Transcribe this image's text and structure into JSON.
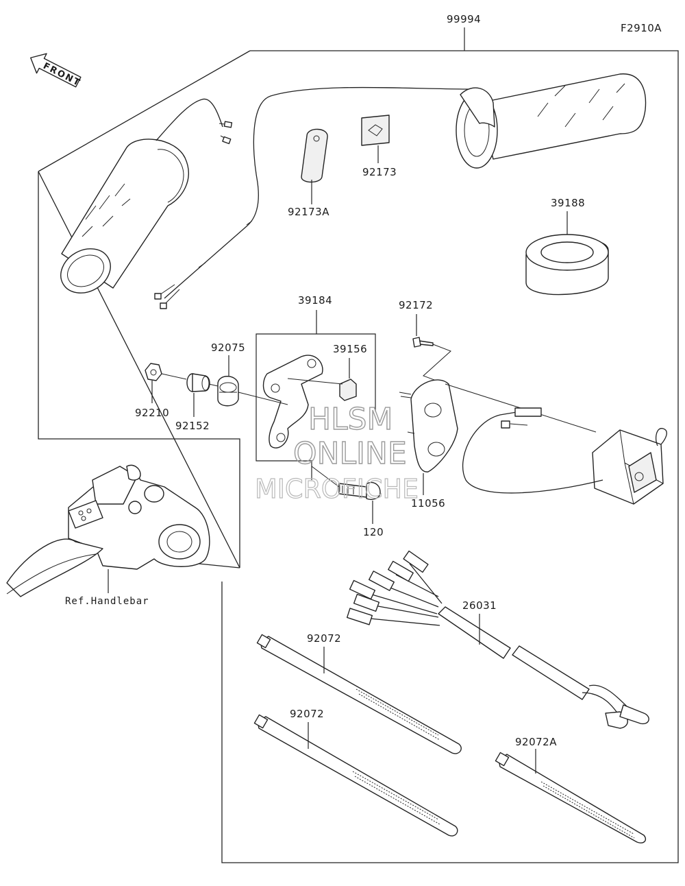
{
  "figure_code": "F2910A",
  "front_arrow": "FRONT",
  "watermark": {
    "line1": "HLSM",
    "line2": "ONLINE",
    "line3": "MICROFICHE"
  },
  "reference_label": "Ref.Handlebar",
  "parts": {
    "p99994": "99994",
    "p92173": "92173",
    "p92173A": "92173A",
    "p39188": "39188",
    "p39184": "39184",
    "p92172": "92172",
    "p92075": "92075",
    "p39156": "39156",
    "p92210": "92210",
    "p92152": "92152",
    "p11056": "11056",
    "p120": "120",
    "p26031": "26031",
    "p92072_a": "92072",
    "p92072_b": "92072",
    "p92072A": "92072A"
  }
}
